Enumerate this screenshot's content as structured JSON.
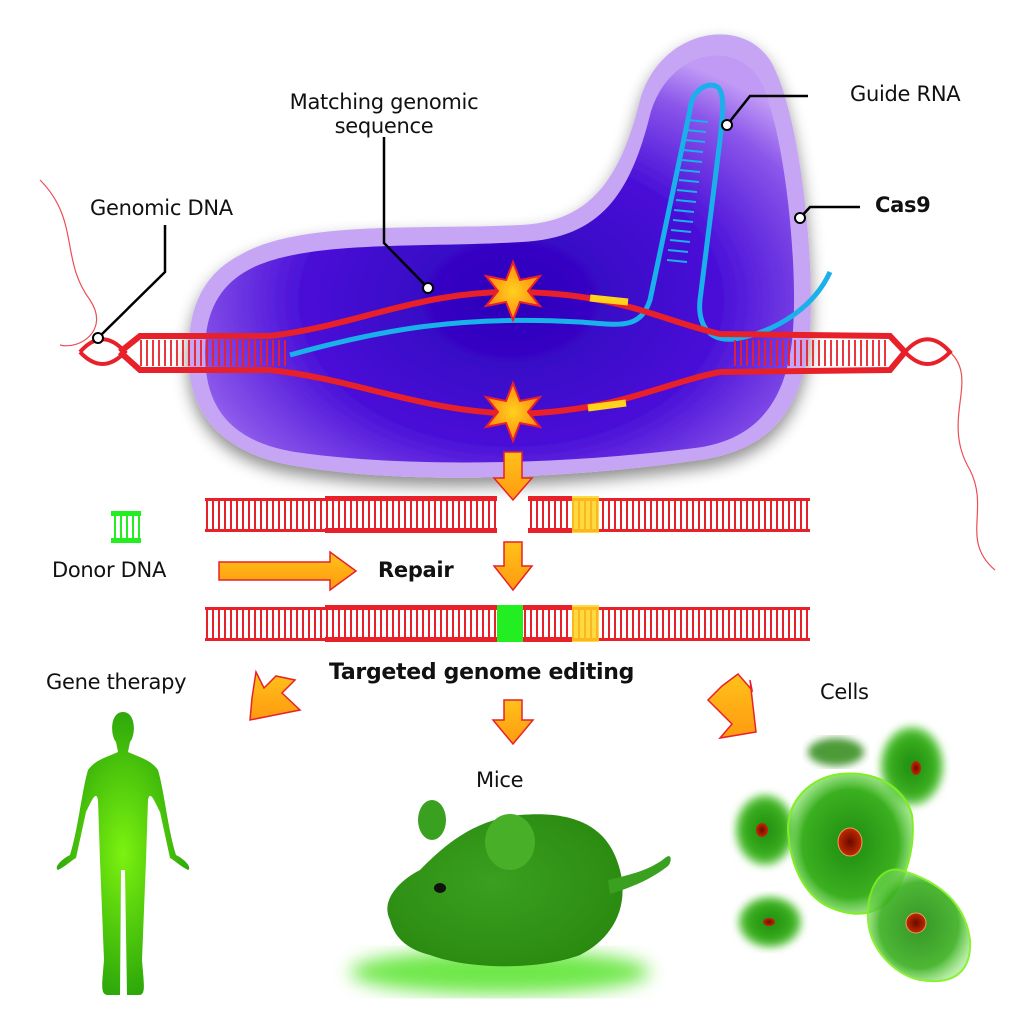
{
  "title": "CRISPR-Cas9 targeted genome editing",
  "labels": {
    "genomic_dna": "Genomic DNA",
    "matching_sequence_line1": "Matching genomic",
    "matching_sequence_line2": "sequence",
    "guide_rna": "Guide RNA",
    "cas9": "Cas9",
    "donor_dna": "Donor DNA",
    "repair": "Repair",
    "targeted_editing": "Targeted genome editing",
    "gene_therapy": "Gene therapy",
    "mice": "Mice",
    "cells": "Cells"
  },
  "colors": {
    "dna_red": "#e8202a",
    "guide_rna_blue": "#1ab0ea",
    "pam_yellow": "#ffd21e",
    "donor_green": "#22ee22",
    "cas9_purple_dark": "#3a00c8",
    "cas9_purple_light": "#b58af0",
    "arrow_orange": "#ffb21a",
    "organism_green": "#3fcc1a",
    "nucleus_red": "#b01a00"
  },
  "outcomes": [
    "Gene therapy",
    "Mice",
    "Cells"
  ]
}
